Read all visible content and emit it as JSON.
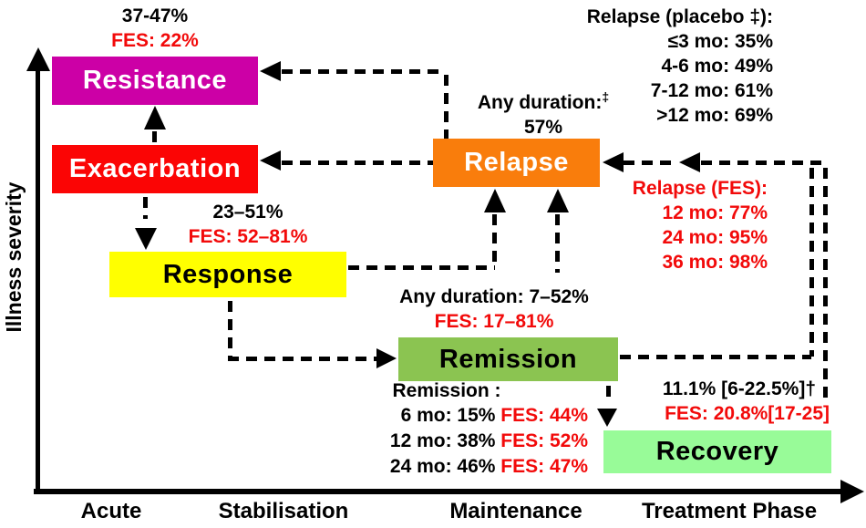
{
  "diagram": {
    "y_axis_label": "Illness severity",
    "x_axis_labels": [
      "Acute",
      "Stabilisation",
      "Maintenance"
    ],
    "x_axis_title": "Treatment Phase"
  },
  "boxes": {
    "resistance": "Resistance",
    "exacerbation": "Exacerbation",
    "response": "Response",
    "relapse": "Relapse",
    "remission": "Remission",
    "recovery": "Recovery"
  },
  "annotations": {
    "resistance_stats": {
      "range": "37-47%",
      "fes": "FES: 22%"
    },
    "response_stats": {
      "range": "23–51%",
      "fes": "FES: 52–81%"
    },
    "relapse_duration": {
      "label": "Any duration:",
      "sup": "‡",
      "value": "57%"
    },
    "relapse_placebo": {
      "title": "Relapse (placebo ‡):",
      "rows": [
        "≤3 mo: 35%",
        "4-6 mo: 49%",
        "7-12 mo: 61%",
        ">12 mo: 69%"
      ]
    },
    "relapse_fes": {
      "title": "Relapse (FES):",
      "rows": [
        "12 mo: 77%",
        "24 mo: 95%",
        "36 mo: 98%"
      ]
    },
    "remission_duration": {
      "range": "Any duration: 7–52%",
      "fes": "FES: 17–81%"
    },
    "remission_rates": {
      "title": "Remission :",
      "rows": [
        {
          "rate": "6 mo: 15%",
          "fes": "FES: 44%"
        },
        {
          "rate": "12 mo: 38%",
          "fes": "FES: 52%"
        },
        {
          "rate": "24 mo: 46%",
          "fes": "FES: 47%"
        }
      ]
    },
    "recovery_stats": {
      "rate": "11.1% [6-22.5%]†",
      "fes": "FES: 20.8%[17-25]"
    }
  },
  "colors": {
    "resistance": "#CC00A6",
    "exacerbation": "#FB0505",
    "response": "#FFFF00",
    "relapse": "#F97D0C",
    "remission": "#8BC451",
    "recovery": "#98FB98",
    "red_text": "#F20A0A"
  }
}
